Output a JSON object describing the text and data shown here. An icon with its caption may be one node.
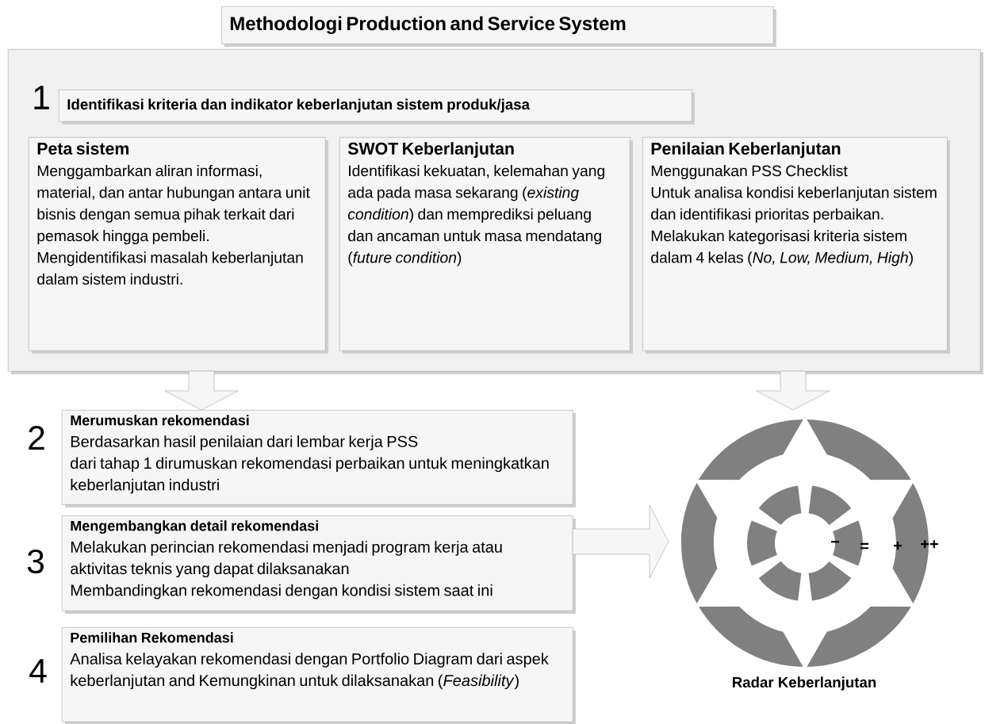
{
  "diagram": {
    "nodes": [
      {
        "text": [
          "Methodologi Production and Service System"
        ]
      },
      {
        "text": [],
        "shape": "box"
      },
      {
        "text": [
          "Identifikasi kriteria dan indikator keberlanjutan sistem produk/jasa"
        ],
        "in": 1,
        "beside": [
          "1"
        ]
      },
      {
        "text": [
          "Peta sistem",
          "Menggambarkan aliran informasi, material, dan antar hubungan antara unit bisnis dengan semua pihak terkait dari pemasok hingga pembeli.",
          "Mengidentifikasi masalah keberlanjutan dalam sistem industri."
        ],
        "in": 1
      },
      {
        "text": [
          "SWOT Keberlanjutan",
          "Identifikasi kekuatan, kelemahan yang ada pada masa sekarang (*existing condition*) dan memprediksi peluang dan ancaman untuk masa mendatang (*future condition*)"
        ],
        "in": 1
      },
      {
        "text": [
          "Penilaian Keberlanjutan",
          "Menggunakan PSS Checklist",
          "Untuk analisa kondisi keberlanjutan sistem dan identifikasi prioritas perbaikan.",
          "Melakukan kategorisasi kriteria sistem dalam 4 kelas (*No, Low, Medium, High*)"
        ],
        "in": 1
      },
      {
        "text": [
          "Merumuskan rekomendasi",
          "Berdasarkan hasil penilaian dari lembar kerja PSS",
          "dari tahap 1 dirumuskan rekomendasi perbaikan untuk meningkatkan keberlanjutan industri"
        ],
        "beside": [
          "2"
        ]
      },
      {
        "text": [
          "Mengembangkan detail rekomendasi",
          "Melakukan perincian rekomendasi menjadi program kerja atau aktivitas teknis yang dapat dilaksanakan",
          "Membandingkan rekomendasi dengan kondisi sistem saat ini"
        ],
        "beside": [
          "3"
        ]
      },
      {
        "text": [
          "Pemilihan Rekomendasi",
          "Analisa kelayakan rekomendasi dengan Portfolio Diagram dari aspek keberlanjutan and Kemungkinan untuk dilaksanakan (*Feasibility*)"
        ],
        "beside": [
          "4"
        ]
      },
      {
        "text": [],
        "shape": "picture",
        "beside": [
          "Radar Keberlanjutan"
        ]
      }
    ],
    "edges": [
      {
        "from": 1,
        "to": 6,
        "arrow": "to"
      },
      {
        "from": 1,
        "to": 9,
        "arrow": "to"
      },
      {
        "from": 7,
        "to": 9,
        "arrow": "to"
      }
    ],
    "labels": [
      "−",
      "=",
      "+",
      "++"
    ]
  }
}
